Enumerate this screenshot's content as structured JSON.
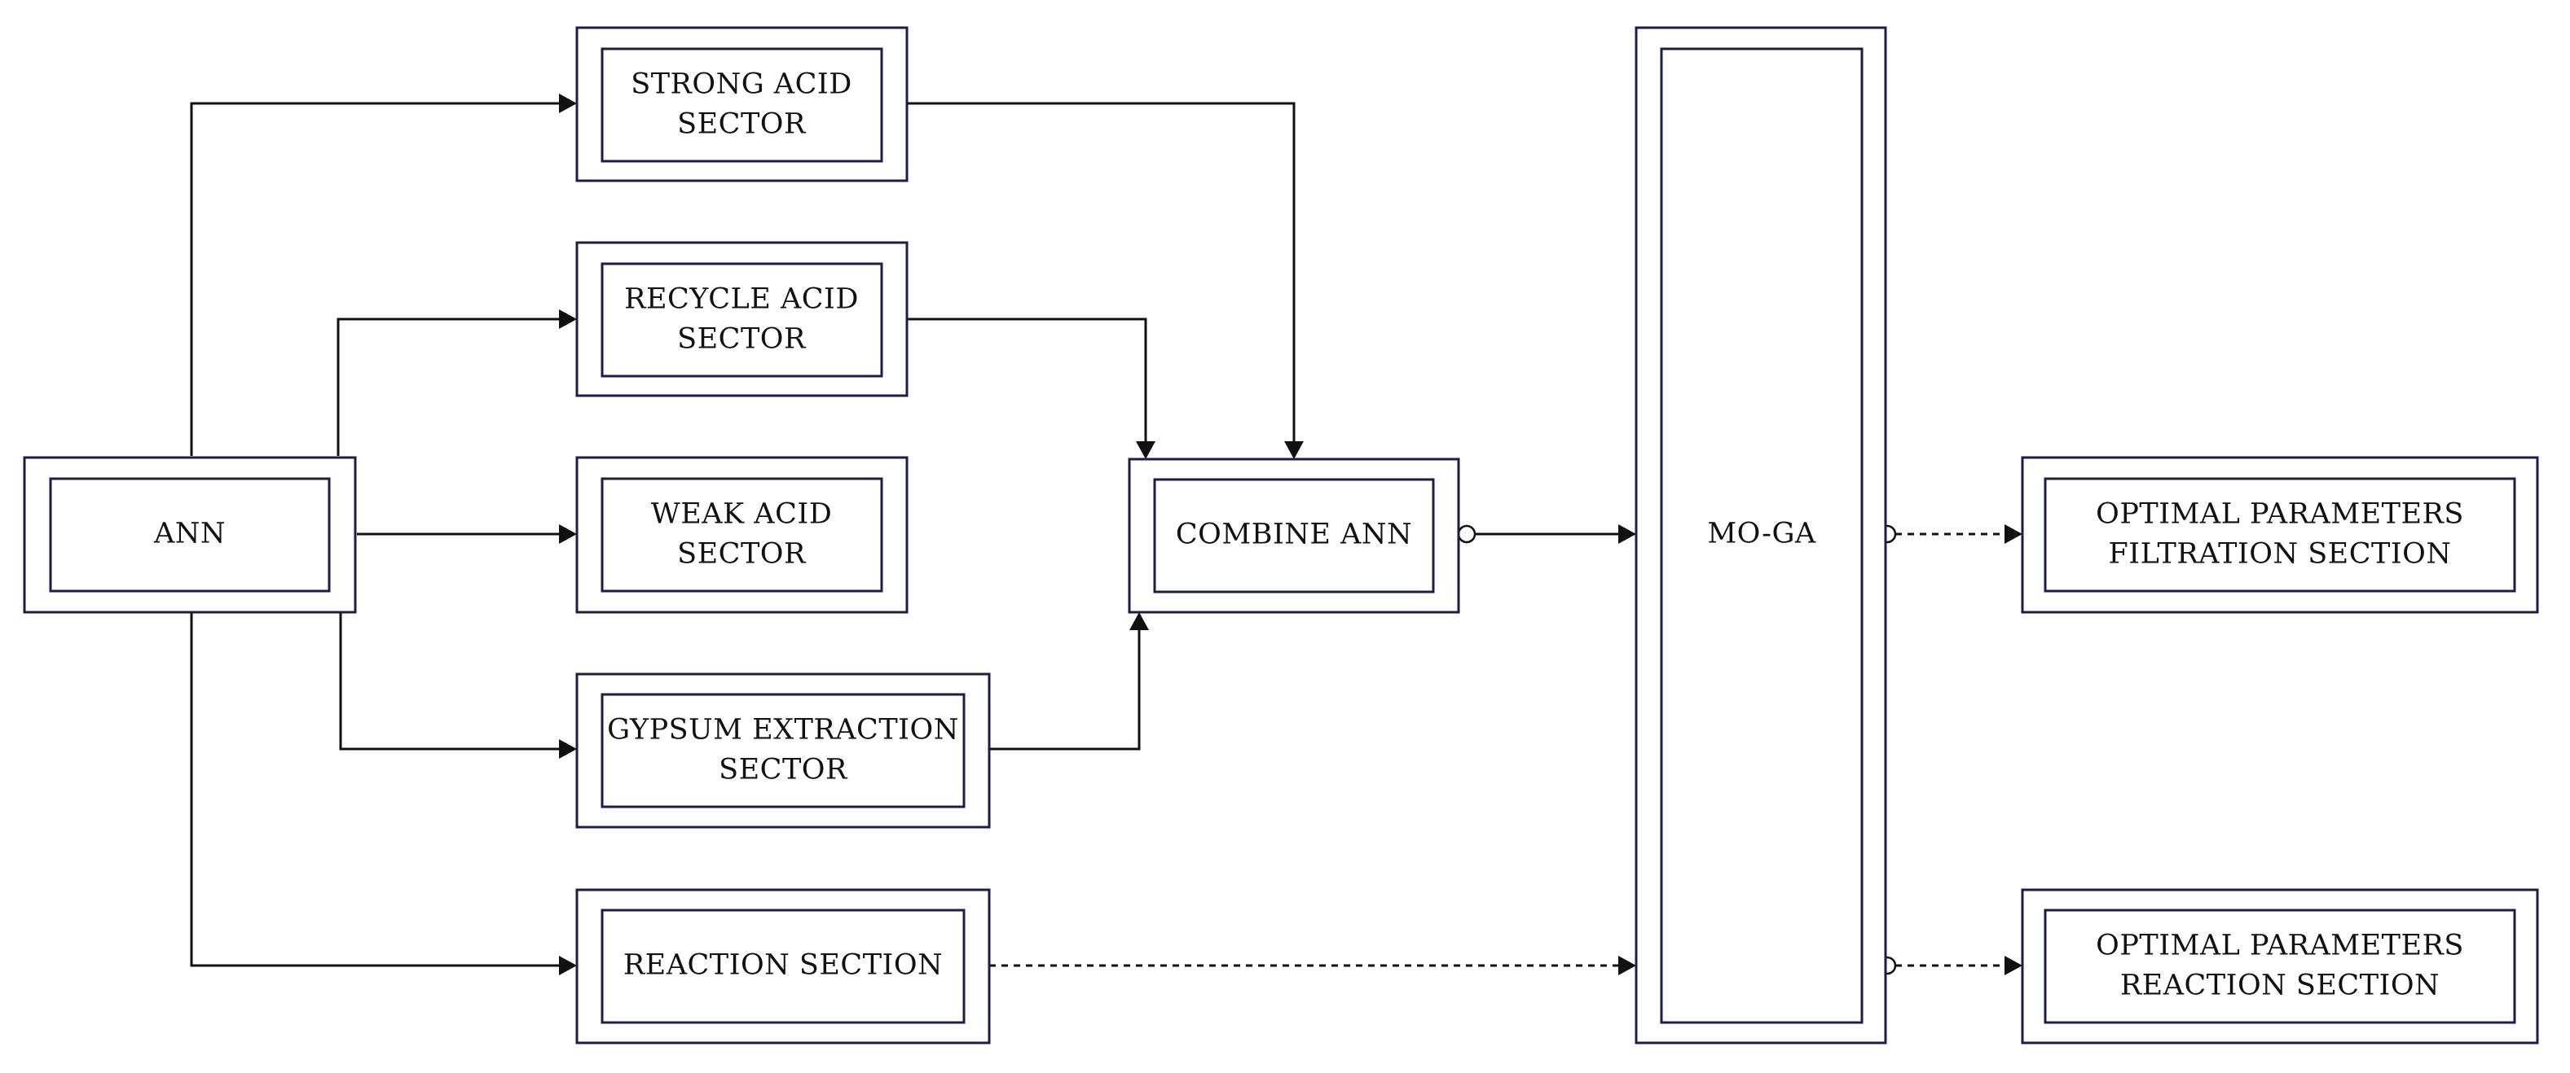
{
  "nodes": {
    "ann": {
      "label": "ANN"
    },
    "strong_acid": {
      "line1": "STRONG ACID",
      "line2": "SECTOR"
    },
    "recycle_acid": {
      "line1": "RECYCLE ACID",
      "line2": "SECTOR"
    },
    "weak_acid": {
      "line1": "WEAK ACID",
      "line2": "SECTOR"
    },
    "gypsum": {
      "line1": "GYPSUM EXTRACTION",
      "line2": "SECTOR"
    },
    "reaction": {
      "label": "REACTION SECTION"
    },
    "combine": {
      "label": "COMBINE ANN"
    },
    "moga": {
      "label": "MO-GA"
    },
    "opt_filtration": {
      "line1": "OPTIMAL PARAMETERS",
      "line2": "FILTRATION SECTION"
    },
    "opt_reaction": {
      "line1": "OPTIMAL PARAMETERS",
      "line2": "REACTION SECTION"
    }
  },
  "colors": {
    "box_border": "#1a1f4a",
    "line": "#111111",
    "background": "#ffffff"
  }
}
